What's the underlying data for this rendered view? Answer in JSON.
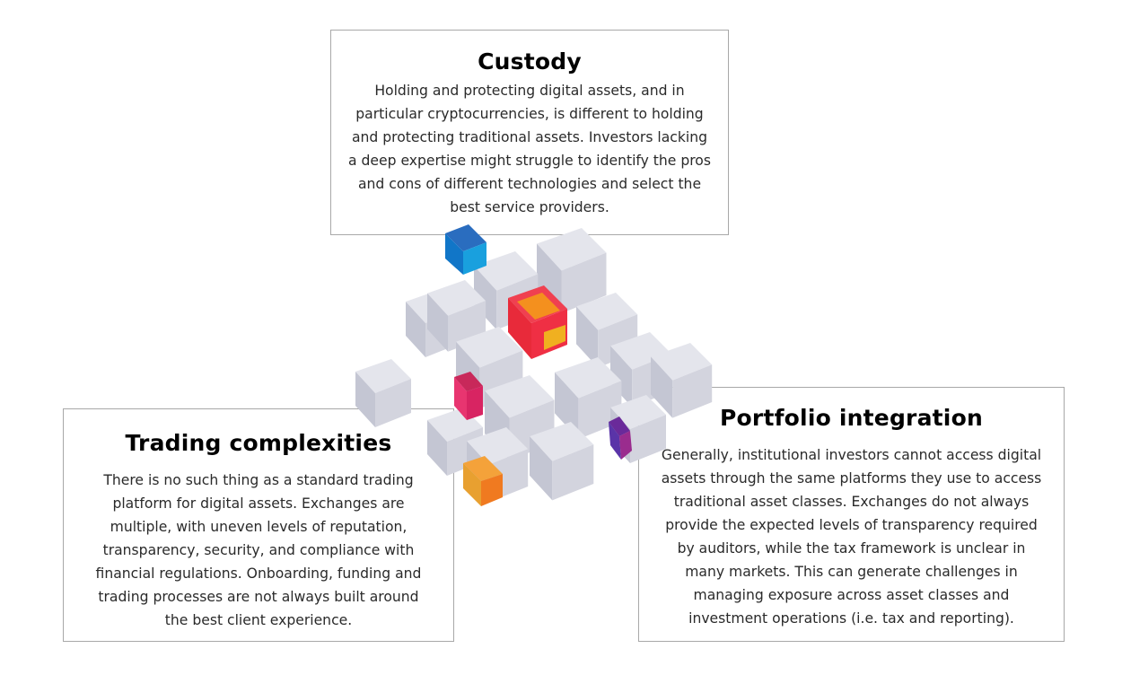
{
  "panels": {
    "custody": {
      "title": "Custody",
      "body": "Holding and protecting digital assets, and in particular cryptocurrencies, is different to holding and protecting traditional assets.  Investors lacking a deep expertise might struggle to identify the pros and cons of different technologies and select the best service providers."
    },
    "trading": {
      "title": "Trading complexities",
      "body": "There is no such thing as a standard trading platform for digital assets. Exchanges are multiple, with uneven levels of reputation, transparency, security, and compliance with financial regulations. Onboarding, funding and trading processes are not always built around the best client experience."
    },
    "portfolio": {
      "title": "Portfolio integration",
      "body": "Generally, institutional investors cannot access digital assets through the same platforms they use to access traditional asset classes. Exchanges do not always provide the expected levels of transparency required by auditors, while the tax framework is unclear in many markets. This can generate challenges in managing exposure across asset classes and investment operations (i.e. tax and reporting)."
    }
  },
  "illustration": {
    "name": "cube-cluster",
    "colors": {
      "cube_face": "#dcdde6",
      "cube_side": "#b9bccb",
      "blue": "#1a8fd6",
      "red": "#ee2a3a",
      "orange": "#f48a1c",
      "pink": "#e8306e",
      "purple": "#8a2c9a",
      "amber": "#f0a020"
    }
  }
}
